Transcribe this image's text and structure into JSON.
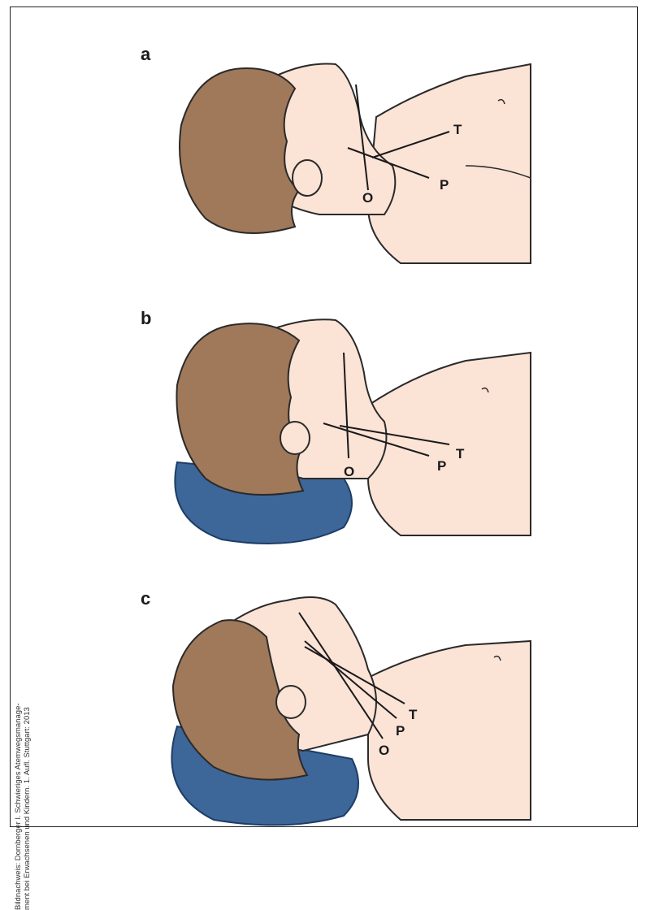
{
  "figure": {
    "panels": [
      {
        "label": "a",
        "axes": {
          "oral": "O",
          "pharyngeal": "P",
          "tracheal": "T"
        }
      },
      {
        "label": "b",
        "axes": {
          "oral": "O",
          "pharyngeal": "P",
          "tracheal": "T"
        }
      },
      {
        "label": "c",
        "axes": {
          "oral": "O",
          "pharyngeal": "P",
          "tracheal": "T"
        }
      }
    ],
    "colors": {
      "skin": "#fbe3d6",
      "hair": "#a0785a",
      "pillow": "#3d6799",
      "line": "#1a1a1a"
    }
  },
  "credit": {
    "line1": "Bildnachweis: Dornberger I. Schwieriges Atemwegsmanage-",
    "line2": "ment bei Erwachsenen und Kindern. 1. Aufl. Stuttgart: 2013"
  }
}
